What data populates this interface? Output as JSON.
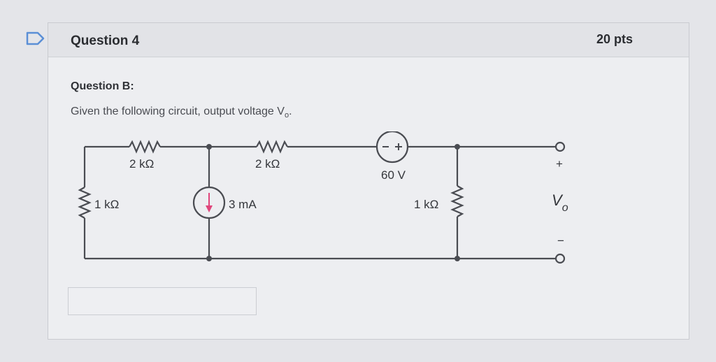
{
  "question": {
    "title": "Question 4",
    "points": "20 pts",
    "subtitle": "Question B:",
    "prompt_text": "Given the following circuit, output voltage V",
    "prompt_sub": "o",
    "prompt_end": "."
  },
  "circuit": {
    "r_top_left": "2 kΩ",
    "r_top_mid": "2 kΩ",
    "r_left": "1 kΩ",
    "current_source": "3 mA",
    "voltage_source": "60 V",
    "r_right": "1 kΩ",
    "vo_plus": "+",
    "vo_minus": "−",
    "vo_label": "V",
    "vo_sub": "o"
  },
  "colors": {
    "flag": "#5b8fd6",
    "arrow": "#e0457b",
    "wire": "#4a4c52"
  }
}
